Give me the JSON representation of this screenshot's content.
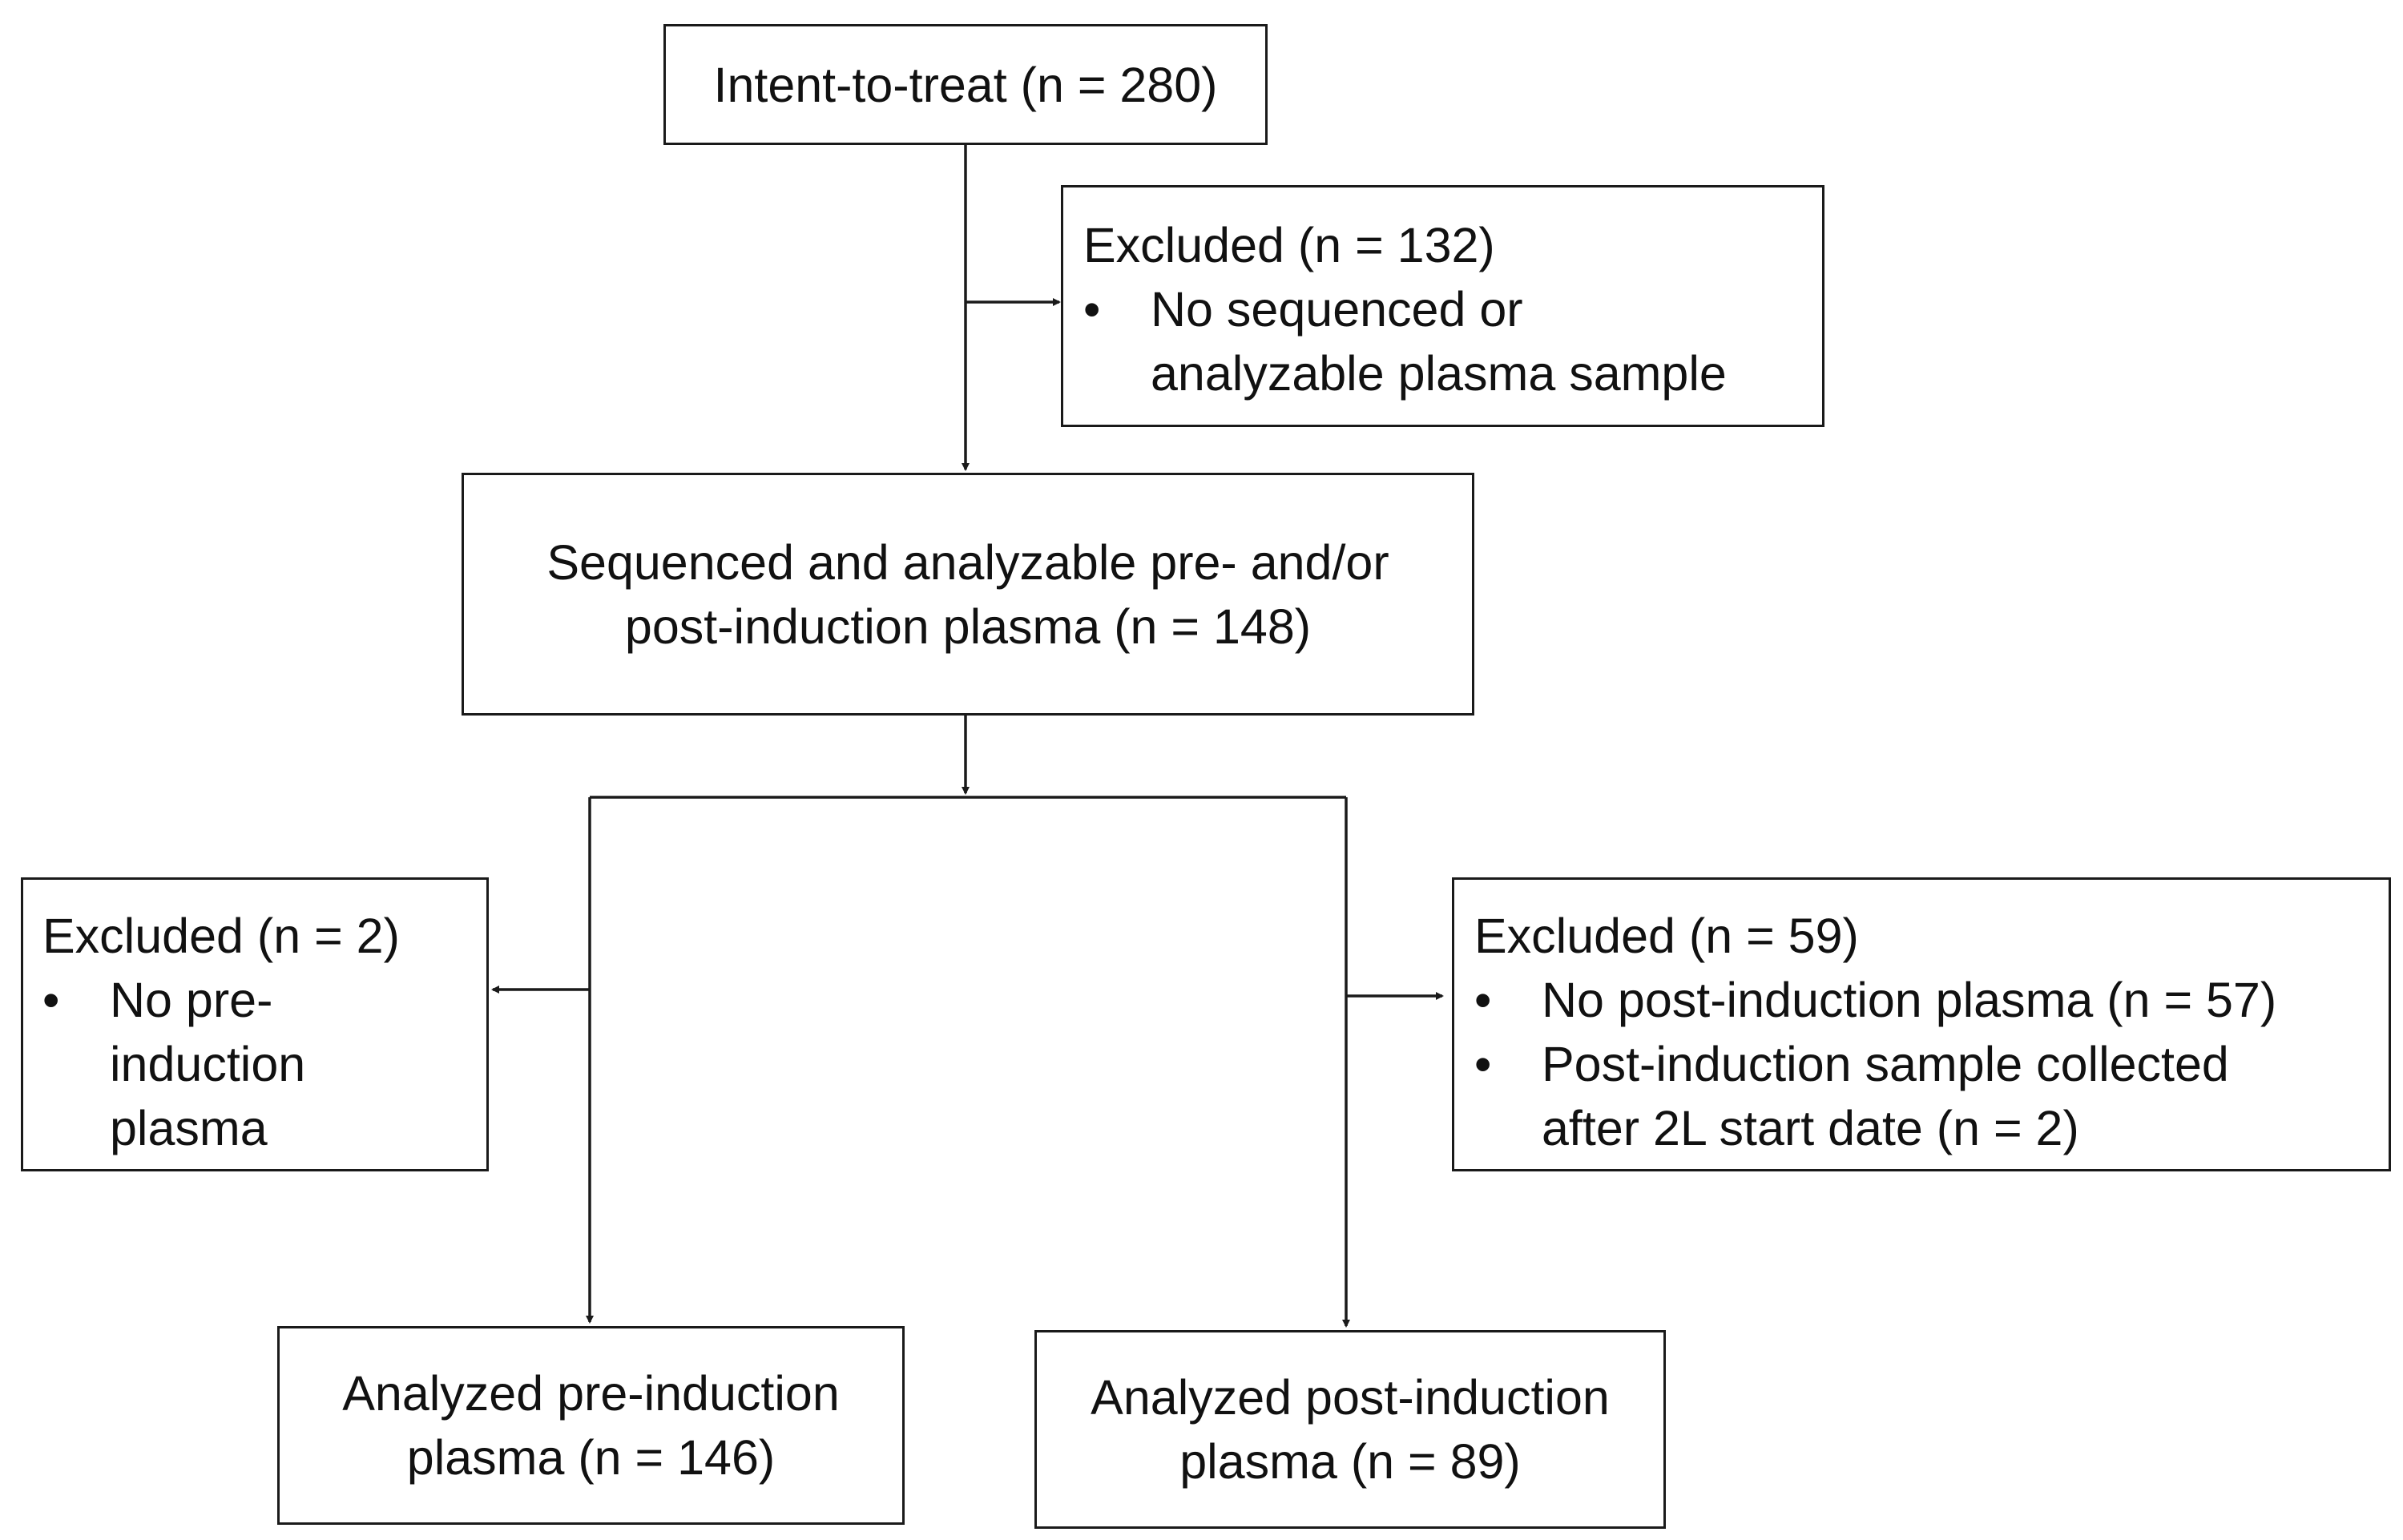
{
  "flowchart": {
    "itt": {
      "label": "Intent-to-treat (n = 280)"
    },
    "excluded_1": {
      "heading": "Excluded (n = 132)",
      "bullets": [
        {
          "marker": "•",
          "lines": [
            "No sequenced or",
            "analyzable plasma sample"
          ]
        }
      ]
    },
    "sequenced": {
      "lines": [
        "Sequenced and analyzable pre- and/or",
        "post-induction plasma (n = 148)"
      ]
    },
    "excluded_left": {
      "heading": "Excluded (n = 2)",
      "bullets": [
        {
          "marker": "•",
          "lines": [
            "No pre-",
            "induction",
            "plasma"
          ]
        }
      ]
    },
    "excluded_right": {
      "heading": "Excluded (n = 59)",
      "bullets": [
        {
          "marker": "•",
          "lines": [
            "No post-induction plasma (n = 57)"
          ]
        },
        {
          "marker": "•",
          "lines": [
            "Post-induction sample collected",
            "after 2L start date (n = 2)"
          ]
        }
      ]
    },
    "analyzed_pre": {
      "lines": [
        "Analyzed pre-induction",
        "plasma (n = 146)"
      ]
    },
    "analyzed_post": {
      "lines": [
        "Analyzed post-induction",
        "plasma (n = 89)"
      ]
    }
  },
  "colors": {
    "line": "#1a1a1a",
    "background": "#ffffff",
    "text": "#111111"
  }
}
